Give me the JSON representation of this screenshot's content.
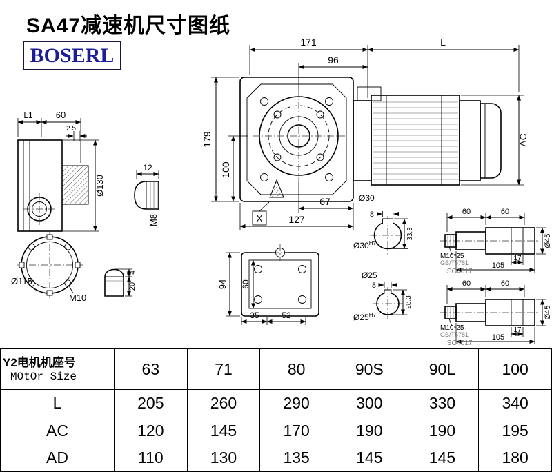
{
  "title": "SA47减速机尺寸图纸",
  "logo": "BOSERL",
  "dims": {
    "top_171": "171",
    "top_96": "96",
    "top_L": "L",
    "left_179": "179",
    "left_100": "100",
    "right_AC": "AC",
    "bot_67": "67",
    "bot_127": "127",
    "dia30": "Ø30",
    "x_mark": "X",
    "side_L1": "L1",
    "side_60": "60",
    "side_2_5": "2.5",
    "side_dia130": "Ø130",
    "plug_12": "12",
    "plug_M8": "M8",
    "flange_dia115": "Ø115",
    "flange_M10": "M10",
    "pin_4": "4",
    "pin_20": "20",
    "foot_94": "94",
    "foot_60": "60",
    "foot_35": "35",
    "foot_52": "52",
    "sec30_8": "8",
    "sec30_33_3": "33.3",
    "sec30_dia": "Ø30",
    "sec30_tol": "H7",
    "sec25_dia_plain": "Ø25",
    "sec25_8": "8",
    "sec25_28_3": "28.3",
    "sec25_dia": "Ø25",
    "sec25_tol": "H7",
    "shaft_60a": "60",
    "shaft_60b": "60",
    "shaft_17": "17",
    "shaft_105": "105",
    "shaft_dia45": "Ø45",
    "shaft_thread": "M10*25",
    "shaft_std_gb": "GB/T5781",
    "shaft_std_iso": "ISO4017"
  },
  "table": {
    "header_cn": "Y2电机机座号",
    "header_en": "MOtOr Size",
    "columns": [
      "63",
      "71",
      "80",
      "90S",
      "90L",
      "100"
    ],
    "rows": [
      {
        "label": "L",
        "values": [
          "205",
          "260",
          "290",
          "300",
          "330",
          "340"
        ]
      },
      {
        "label": "AC",
        "values": [
          "120",
          "145",
          "170",
          "190",
          "190",
          "195"
        ]
      },
      {
        "label": "AD",
        "values": [
          "110",
          "130",
          "135",
          "145",
          "145",
          "180"
        ]
      }
    ]
  }
}
